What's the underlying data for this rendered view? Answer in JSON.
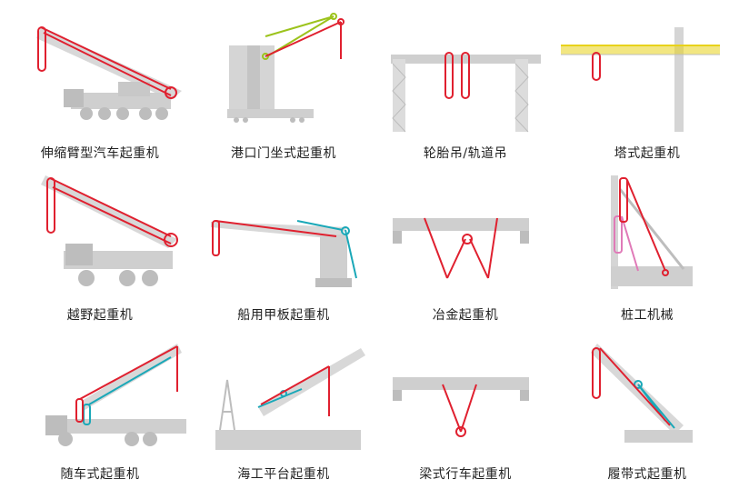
{
  "items": [
    {
      "label": "伸缩臂型汽车起重机"
    },
    {
      "label": "港口门坐式起重机"
    },
    {
      "label": "轮胎吊/轨道吊"
    },
    {
      "label": "塔式起重机"
    },
    {
      "label": "越野起重机"
    },
    {
      "label": "船用甲板起重机"
    },
    {
      "label": "冶金起重机"
    },
    {
      "label": "桩工机械"
    },
    {
      "label": "随车式起重机"
    },
    {
      "label": "海工平台起重机"
    },
    {
      "label": "梁式行车起重机"
    },
    {
      "label": "履带式起重机"
    }
  ],
  "colors": {
    "machine": "#cfcfcf",
    "rope_red": "#e0202f",
    "rope_teal": "#1aa8b8",
    "rope_green": "#9cc31c",
    "rope_pink": "#e07ab8",
    "rope_yellow": "#e8d21a",
    "text": "#222222"
  }
}
